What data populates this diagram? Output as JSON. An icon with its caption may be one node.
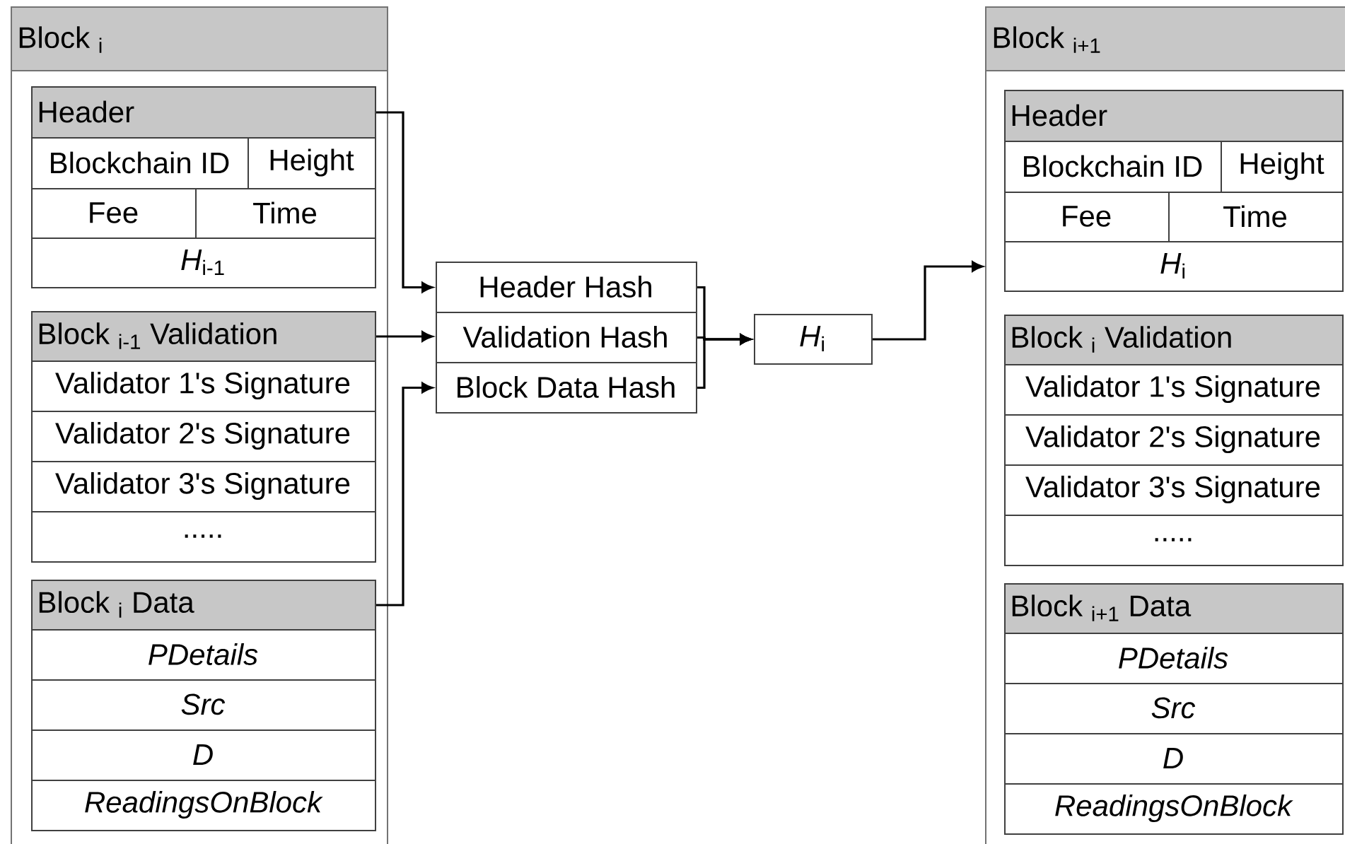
{
  "diagram": {
    "nodes": [
      {
        "text": [
          "Block $_{i}$"
        ]
      },
      {
        "text": [
          "Header"
        ],
        "in": 0
      },
      {
        "text": [
          "Blockchain ID"
        ],
        "in": 0
      },
      {
        "text": [
          "Height"
        ],
        "in": 0
      },
      {
        "text": [
          "Fee"
        ],
        "in": 0
      },
      {
        "text": [
          "Time"
        ],
        "in": 0
      },
      {
        "text": [
          "*H*$_{i-1}$"
        ],
        "in": 0
      },
      {
        "text": [
          "Block $_{i-1}$ Validation"
        ],
        "in": 0
      },
      {
        "text": [
          "Validator 1's Signature"
        ],
        "in": 0
      },
      {
        "text": [
          "Validator 2's Signature"
        ],
        "in": 0
      },
      {
        "text": [
          "Validator 3's Signature"
        ],
        "in": 0
      },
      {
        "text": [
          "....."
        ],
        "in": 0
      },
      {
        "text": [
          "Block $_{i}$ Data"
        ],
        "in": 0
      },
      {
        "text": [
          "PDetails"
        ],
        "in": 0
      },
      {
        "text": [
          "Src"
        ],
        "in": 0
      },
      {
        "text": [
          "D"
        ],
        "in": 0
      },
      {
        "text": [
          "ReadingsOnBlock"
        ],
        "in": 0
      },
      {
        "text": [
          "Header Hash"
        ]
      },
      {
        "text": [
          "Validation Hash"
        ]
      },
      {
        "text": [
          "Block Data Hash"
        ]
      },
      {
        "text": [
          "*H*$_{i}$"
        ]
      },
      {
        "text": [
          "Block $_{i+1}$"
        ]
      },
      {
        "text": [
          "Header"
        ],
        "in": 21
      },
      {
        "text": [
          "Blockchain ID"
        ],
        "in": 21
      },
      {
        "text": [
          "Height"
        ],
        "in": 21
      },
      {
        "text": [
          "Fee"
        ],
        "in": 21
      },
      {
        "text": [
          "Time"
        ],
        "in": 21
      },
      {
        "text": [
          "*H*$_{i}$"
        ],
        "in": 21
      },
      {
        "text": [
          "Block $_{i}$ Validation"
        ],
        "in": 21
      },
      {
        "text": [
          "Validator 1's Signature"
        ],
        "in": 21
      },
      {
        "text": [
          "Validator 2's Signature"
        ],
        "in": 21
      },
      {
        "text": [
          "Validator 3's Signature"
        ],
        "in": 21
      },
      {
        "text": [
          "....."
        ],
        "in": 21
      },
      {
        "text": [
          "Block $_{i+1}$ Data"
        ],
        "in": 21
      },
      {
        "text": [
          "PDetails"
        ],
        "in": 21
      },
      {
        "text": [
          "Src"
        ],
        "in": 21
      },
      {
        "text": [
          "D"
        ],
        "in": 21
      },
      {
        "text": [
          "ReadingsOnBlock"
        ],
        "in": 21
      }
    ],
    "edges": [
      {
        "from": 1,
        "to": 17,
        "arrow": "to"
      },
      {
        "from": 7,
        "to": 18,
        "arrow": "to"
      },
      {
        "from": 12,
        "to": 19,
        "arrow": "to"
      },
      {
        "from": 17,
        "to": 20,
        "arrow": "to"
      },
      {
        "from": 18,
        "to": 20,
        "arrow": "to"
      },
      {
        "from": 19,
        "to": 20,
        "arrow": "to"
      },
      {
        "from": 20,
        "to": 21,
        "arrow": "to"
      }
    ]
  }
}
